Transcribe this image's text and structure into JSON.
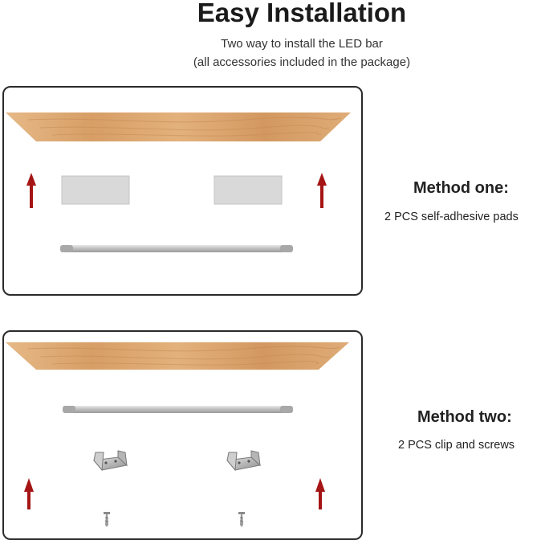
{
  "header": {
    "title": "Easy Installation",
    "subtitle_line1": "Two way to install the LED bar",
    "subtitle_line2": "(all accessories included in the package)"
  },
  "method_one": {
    "title": "Method one:",
    "description": "2 PCS self-adhesive pads",
    "diagram_parts": [
      "wood-shelf",
      "adhesive-pad-left",
      "adhesive-pad-right",
      "led-bar",
      "arrow-left",
      "arrow-right"
    ]
  },
  "method_two": {
    "title": "Method two:",
    "description": "2 PCS clip and screws",
    "diagram_parts": [
      "wood-shelf",
      "led-bar",
      "mounting-clip-left",
      "mounting-clip-right",
      "screw-left",
      "screw-right",
      "arrow-left",
      "arrow-right"
    ]
  },
  "colors": {
    "wood": "#d9a46c",
    "wood_dark": "#c08850",
    "arrow": "#a51515",
    "pad": "#d9d9d9",
    "bar": "#c7c7c7",
    "frame": "#2b2b2b"
  }
}
